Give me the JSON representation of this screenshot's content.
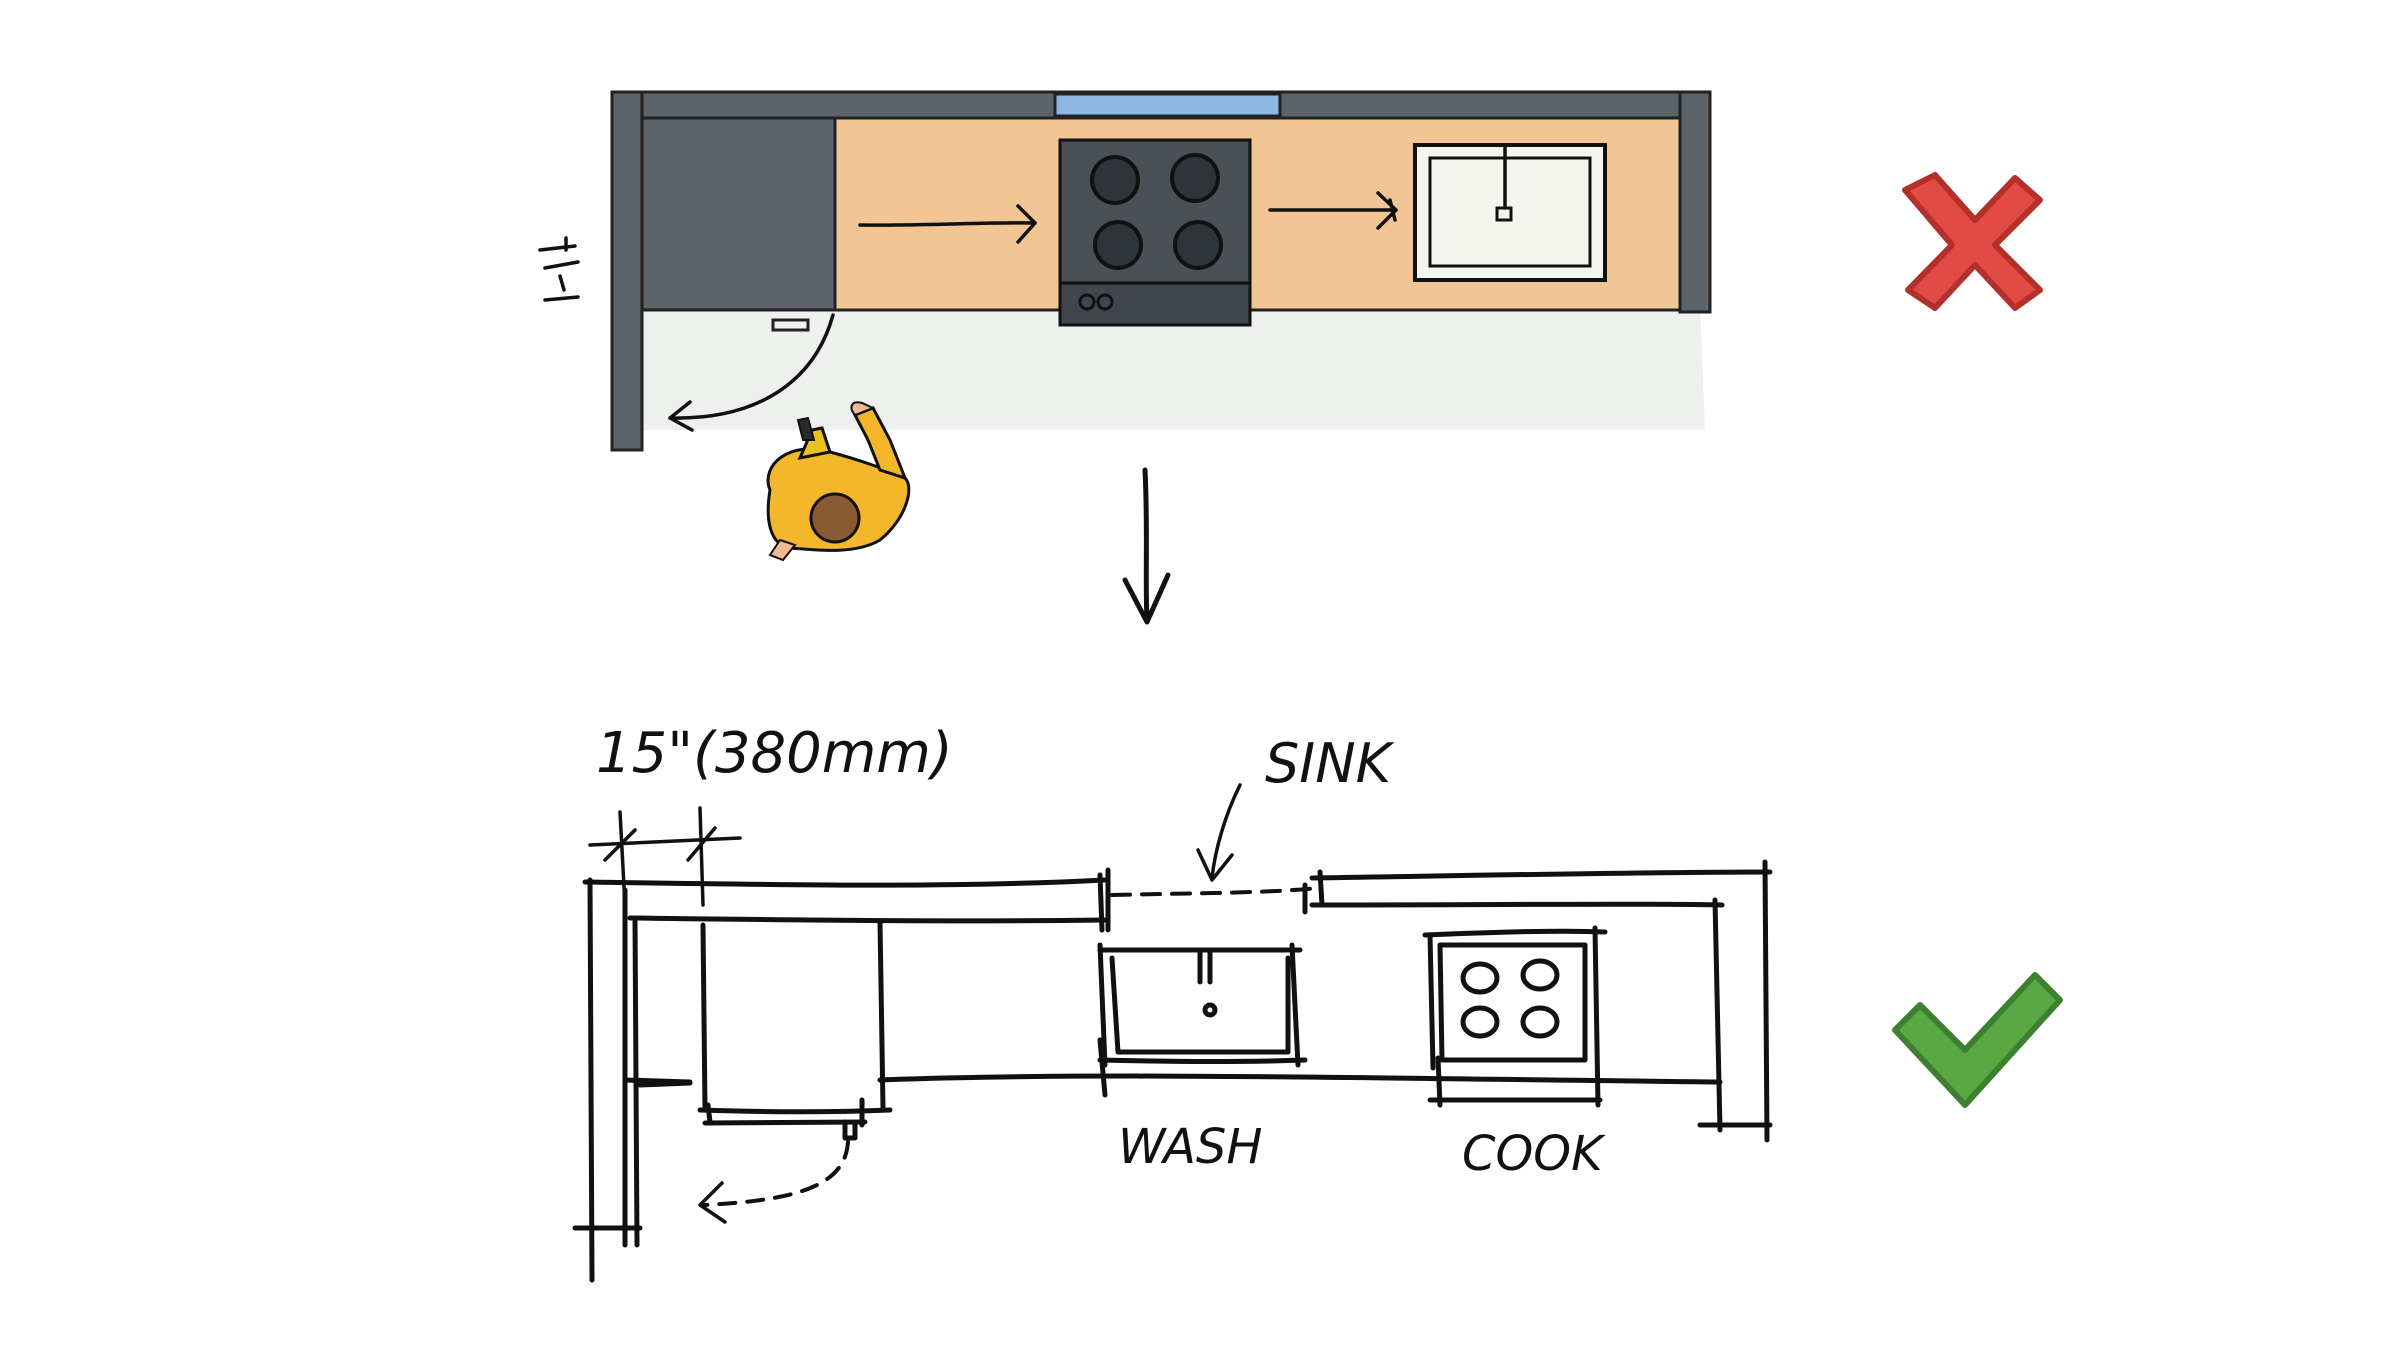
{
  "colors": {
    "wall": "#5b636b",
    "counter": "#f2c595",
    "floor": "#eef0ed",
    "window": "#8db6e3",
    "cooktop": "#4a5056",
    "sink_basin": "#f5f5ef",
    "person_shirt": "#f4b62a",
    "person_hair": "#8a5a33",
    "person_pants": "#e8c21e",
    "wrong_mark": "#e24b45",
    "right_mark": "#5aa844",
    "ink": "#111111"
  },
  "top_plan": {
    "icons": [
      "cross-icon"
    ],
    "verdict": "wrong"
  },
  "transition": {
    "icon": "down-arrow-icon"
  },
  "bottom_plan": {
    "dimension_label": "15\"(380mm)",
    "sink_label": "SINK",
    "wash_label": "WASH",
    "cook_label": "COOK",
    "icons": [
      "checkmark-icon"
    ],
    "verdict": "right"
  }
}
